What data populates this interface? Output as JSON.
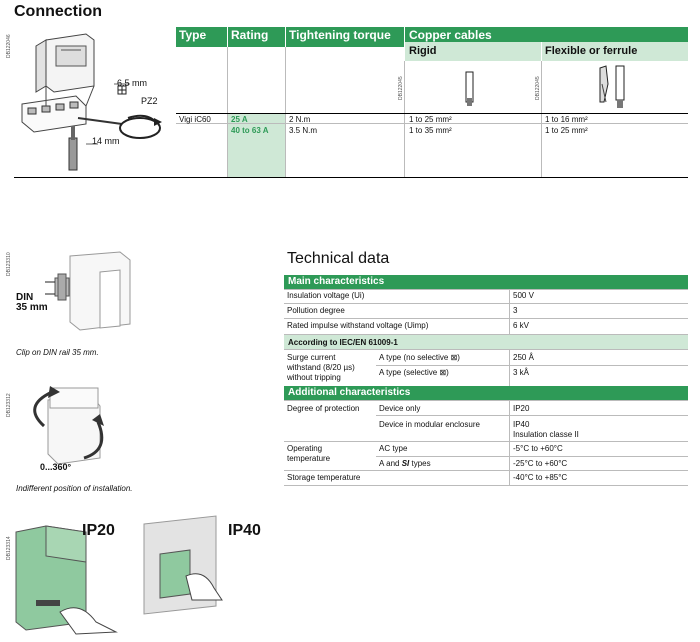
{
  "connection": {
    "title": "Connection",
    "figure_code": "DB122046",
    "dim_screwdriver": "6.5 mm",
    "screw_type": "PZ2",
    "dim_strip": "14 mm",
    "table": {
      "headers": {
        "type": "Type",
        "rating": "Rating",
        "torque": "Tightening torque",
        "copper": "Copper cables",
        "rigid": "Rigid",
        "flexible": "Flexible or ferrule"
      },
      "rigid_code": "DB122045",
      "flex_code": "DB122045",
      "rows": [
        {
          "type": "Vigi iC60",
          "rating": "25 A",
          "torque": "2 N.m",
          "rigid": "1 to 25 mm²",
          "flexible": "1 to 16 mm²"
        },
        {
          "type": "",
          "rating": "40 to 63 A",
          "torque": "3.5 N.m",
          "rigid": "1 to 35 mm²",
          "flexible": "1 to 25 mm²"
        }
      ]
    }
  },
  "din_figure": {
    "code": "DB123310",
    "label_line1": "DIN",
    "label_line2": "35 mm",
    "caption": "Clip on DIN rail 35 mm."
  },
  "rotation_figure": {
    "code": "DB123312",
    "angle_label": "0...360°",
    "caption": "Indifferent position of installation."
  },
  "ip_figure": {
    "code": "DB123314",
    "ip20": "IP20",
    "ip40": "IP40"
  },
  "technical": {
    "title": "Technical data",
    "main_header": "Main characteristics",
    "main_rows": [
      {
        "label": "Insulation voltage (Ui)",
        "value": "500 V"
      },
      {
        "label": "Pollution degree",
        "value": "3"
      },
      {
        "label": "Rated impulse withstand voltage (Uimp)",
        "value": "6 kV"
      }
    ],
    "iec_header": "According to IEC/EN 61009-1",
    "surge": {
      "label_line1": "Surge current",
      "label_line2": "withstand (8/20 µs)",
      "label_line3": "without tripping",
      "rows": [
        {
          "sub": "A type (no selective ⊠)",
          "value": "250 Å"
        },
        {
          "sub": "A type (selective ⊠)",
          "value": "3 kÅ"
        }
      ]
    },
    "additional_header": "Additional characteristics",
    "protection": {
      "label": "Degree of protection",
      "rows": [
        {
          "sub": "Device only",
          "value": "IP20"
        },
        {
          "sub": "Device in modular enclosure",
          "value": "IP40",
          "value2": "Insulation classe II"
        }
      ]
    },
    "operating": {
      "label_line1": "Operating",
      "label_line2": "temperature",
      "rows": [
        {
          "sub": "AC type",
          "value": "-5°C to +60°C"
        },
        {
          "sub_a": "A and ",
          "sub_si": "SI",
          "sub_b": " types",
          "value": "-25°C to +60°C"
        }
      ]
    },
    "storage": {
      "label": "Storage temperature",
      "value": "-40°C to +85°C"
    }
  }
}
